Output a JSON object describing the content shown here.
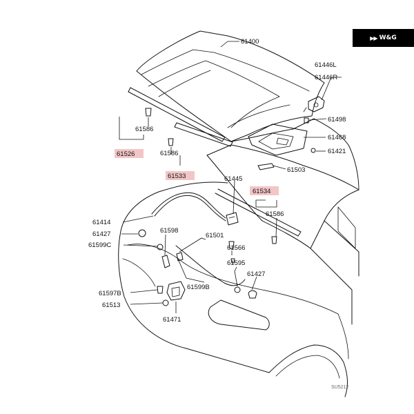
{
  "brand": {
    "text": "W&G",
    "mark": "▶▶"
  },
  "diagram_code": "SU5212",
  "parts": {
    "p61400": "61400",
    "p61446l": "61446L",
    "p61446r": "61446R",
    "p61498": "61498",
    "p61468": "61468",
    "p61421": "61421",
    "p61503": "61503",
    "p61534": "61534",
    "p61586c": "61586",
    "p61566": "61566",
    "p61595": "61595",
    "p61427b": "61427",
    "p61445": "61445",
    "p61586a": "61586",
    "p61526": "61526",
    "p61586b": "61586",
    "p61533": "61533",
    "p61414": "61414",
    "p61427a": "61427",
    "p61599c": "61599C",
    "p61598": "61598",
    "p61501": "61501",
    "p61599b": "61599B",
    "p61597b": "61597B",
    "p61513": "61513",
    "p61471": "61471"
  },
  "highlight_color": "#f2c6c6"
}
